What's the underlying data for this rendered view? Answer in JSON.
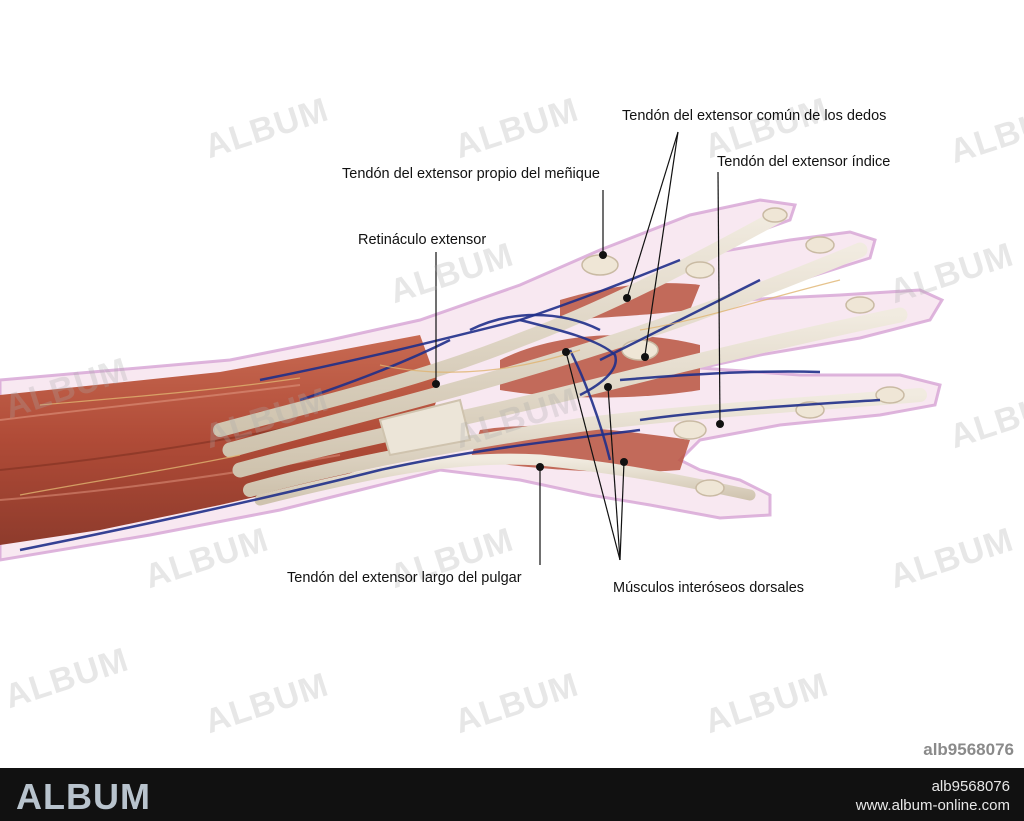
{
  "labels": {
    "extensor_comun": "Tendón del extensor común de los dedos",
    "extensor_indice": "Tendón del extensor índice",
    "extensor_menique": "Tendón del extensor propio del meñique",
    "retinaculo": "Retináculo extensor",
    "extensor_pulgar": "Tendón del extensor largo del pulgar",
    "interoseos": "Músculos interóseos dorsales"
  },
  "watermark": {
    "text": "ALBUM",
    "image_id": "alb9568076"
  },
  "footer": {
    "logo": "ALBUM",
    "image_id": "alb9568076",
    "url": "www.album-online.com"
  },
  "colors": {
    "muscle": "#b5523d",
    "tendon": "#e6dccb",
    "vein": "#1f2f8a",
    "skin_outline": "#d9a6d6",
    "footer_bg": "#111111"
  }
}
